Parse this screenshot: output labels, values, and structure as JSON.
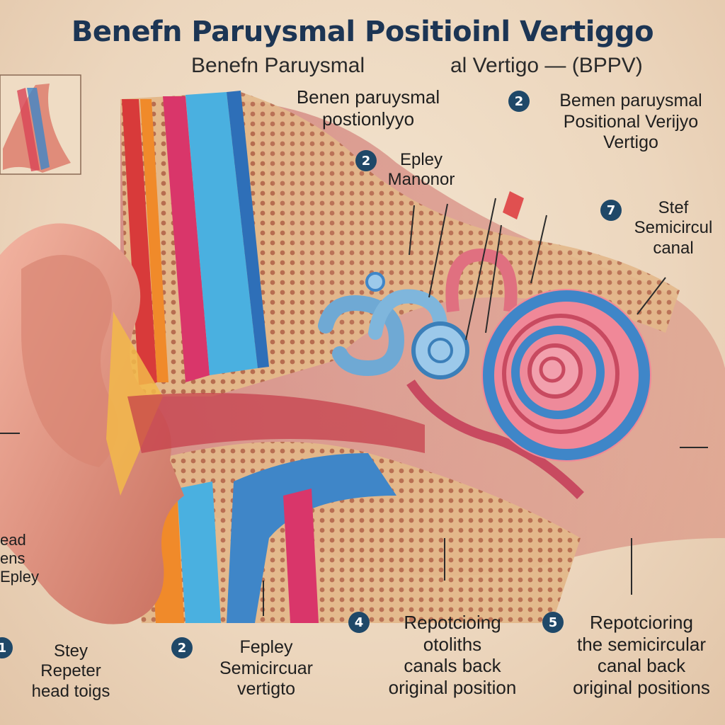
{
  "title": "Benefn Paruysmal Positioinl Vertiggo",
  "subtitle": {
    "left": "Benefn Paruysmal",
    "right": "al Vertigo — (BPPV)"
  },
  "labels": {
    "top_center": {
      "lines": [
        "Benen paruysmal",
        "postionlyyo"
      ]
    },
    "top_right": {
      "badge": "2",
      "lines": [
        "Bemen paruysmal",
        "Positional Verijyo",
        "Vertigo"
      ]
    },
    "epley": {
      "badge": "2",
      "lines": [
        "Epley",
        "Manonor"
      ]
    },
    "right_mid": {
      "badge": "7",
      "lines": [
        "Stef",
        "Semicircul",
        "canal"
      ]
    },
    "left_edge": {
      "lines": [
        "ead",
        "ens",
        "Epley"
      ]
    },
    "bottom_1": {
      "badge": "1",
      "lines": [
        "Stey",
        "Repeter",
        "head toigs"
      ]
    },
    "bottom_2": {
      "badge": "2",
      "lines": [
        "Fepley",
        "Semicircuar",
        "vertigto"
      ]
    },
    "bottom_4": {
      "badge": "4",
      "lines": [
        "Repotcioing",
        "otoliths",
        "canals back",
        "original position"
      ]
    },
    "bottom_5": {
      "badge": "5",
      "lines": [
        "Repotcioring",
        "the semicircular",
        "canal back",
        "original positions"
      ]
    }
  },
  "colors": {
    "badge": "#1f4868",
    "title": "#1c3554",
    "skin": "#e79a86",
    "bone": "#dcae7e",
    "canal_pink": "#e0687a",
    "canal_blue": "#3f86c8"
  }
}
